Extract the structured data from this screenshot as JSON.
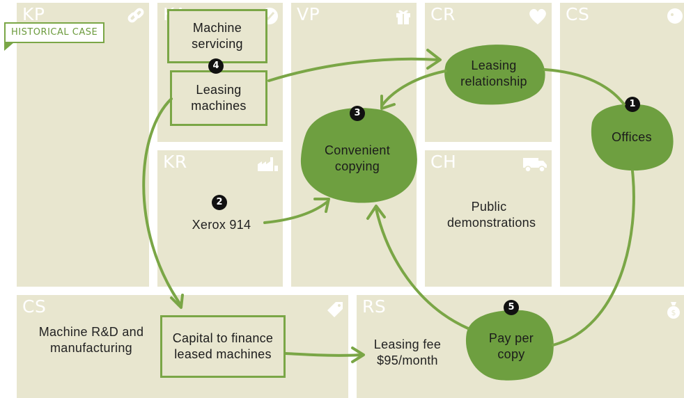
{
  "tag": "HISTORICAL CASE",
  "blocks": {
    "kp": {
      "abbr": "KP",
      "icon": "link-icon"
    },
    "ka": {
      "abbr": "KA",
      "icon": "check-icon"
    },
    "kr": {
      "abbr": "KR",
      "icon": "factory-icon"
    },
    "vp": {
      "abbr": "VP",
      "icon": "gift-icon"
    },
    "cr": {
      "abbr": "CR",
      "icon": "heart-icon"
    },
    "ch": {
      "abbr": "CH",
      "icon": "truck-icon"
    },
    "cs_segments": {
      "abbr": "CS",
      "icon": "person-icon"
    },
    "cs_cost": {
      "abbr": "CS",
      "icon": "price-tag-icon"
    },
    "rs": {
      "abbr": "RS",
      "icon": "money-bag-icon"
    }
  },
  "items": {
    "machine_servicing": "Machine servicing",
    "leasing_machines": "Leasing machines",
    "xerox": "Xerox 914",
    "convenient_copying": "Convenient copying",
    "leasing_relationship": "Leasing relationship",
    "public_demos": "Public demonstrations",
    "offices": "Offices",
    "machine_rd": "Machine R&D and manufacturing",
    "capital": "Capital to finance leased machines",
    "leasing_fee": "Leasing fee $95/month",
    "pay_per_copy": "Pay per copy"
  },
  "numbers": {
    "n1": "1",
    "n2": "2",
    "n3": "3",
    "n4": "4",
    "n5": "5"
  },
  "colors": {
    "cell": "#e8e6cf",
    "green": "#7aa646",
    "blob": "#6e9f40",
    "label": "#ffffff"
  }
}
